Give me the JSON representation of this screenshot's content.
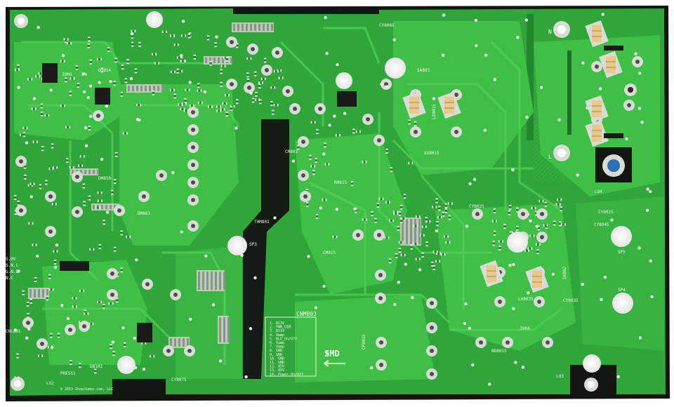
{
  "board": {
    "mask_color": "#2fa53a",
    "trace_color": "#3fbf46",
    "dark_mask_color": "#1f7a2a",
    "edge_color": "#111611",
    "pad_color": "#d9dcd6",
    "core_color": "#e9c98a"
  },
  "labels": {
    "cy8065": "CY8065",
    "cm803": "CM803",
    "lu4": "LU4",
    "cy8025_a": "CY8025",
    "cy8025_b": "CY8025",
    "cy8045": "CY8045",
    "sp5": "SP5",
    "sp4": "SP4",
    "cy8035": "CY8035",
    "lu3": "LU3",
    "cy8075": "CY8075",
    "lu2": "LU2",
    "press": "PRESS1",
    "cnl801": "CNL801",
    "smd": "SMD",
    "cnm803": "CNM803",
    "thm801": "THM801",
    "sp3": "SP3",
    "n_mark": "N",
    "l_mark": "L",
    "lx8015": "LX8015",
    "lx8035": "LX8035",
    "vx8015": "VX8015",
    "sa803": "SA803",
    "sa802": "SA802",
    "db101": "DB101",
    "dm850": "DM850",
    "dm861": "DM861",
    "qm854": "QM854",
    "j906": "J906",
    "j904": "J904",
    "rm815": "RM815",
    "cm815": "CM815",
    "bd8015": "BD8015",
    "cp8015": "CP8015",
    "copyright": "© 2013 ShopJimmy.com, LLC"
  },
  "connector_pins": [
    "B13V",
    "PWM_DIM",
    "B13V",
    "Vamp",
    "BLU_On/Off",
    "Vamp",
    "Vamp",
    "GND",
    "GND",
    "GND",
    "GND",
    "A5V",
    "A5V",
    "Power On/Off"
  ],
  "side_pins": [
    "5.0V",
    "S.N.C",
    "G.N.D",
    "N.C"
  ]
}
